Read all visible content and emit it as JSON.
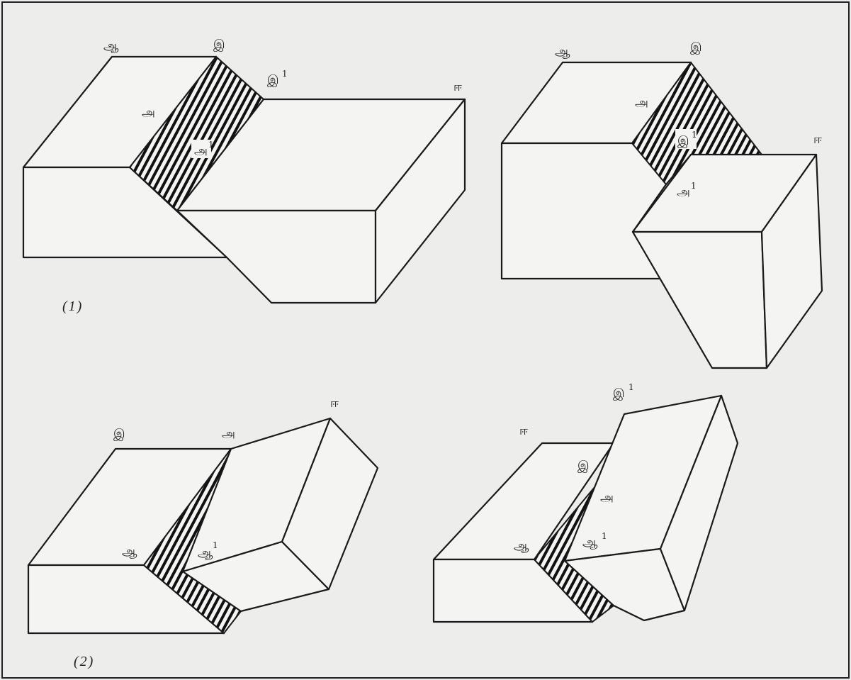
{
  "labels": {
    "d1": {
      "aa": "ஆ",
      "ii": "இ",
      "ii1": "இ",
      "ee": "ஈ",
      "a": "அ",
      "a1": "அ"
    },
    "d2": {
      "aa": "ஆ",
      "ii": "இ",
      "a": "அ",
      "ii1": "இ",
      "ee": "ஈ",
      "a1": "அ"
    },
    "d3": {
      "ii": "இ",
      "a": "அ",
      "ee": "ஈ",
      "aa": "ஆ",
      "aa1": "ஆ"
    },
    "d4": {
      "ii1": "இ",
      "ee": "ஈ",
      "ii": "இ",
      "a": "அ",
      "aa": "ஆ",
      "aa1": "ஆ"
    }
  },
  "superscript": "1",
  "captions": {
    "c1": "(1)",
    "c2": "(2)"
  }
}
